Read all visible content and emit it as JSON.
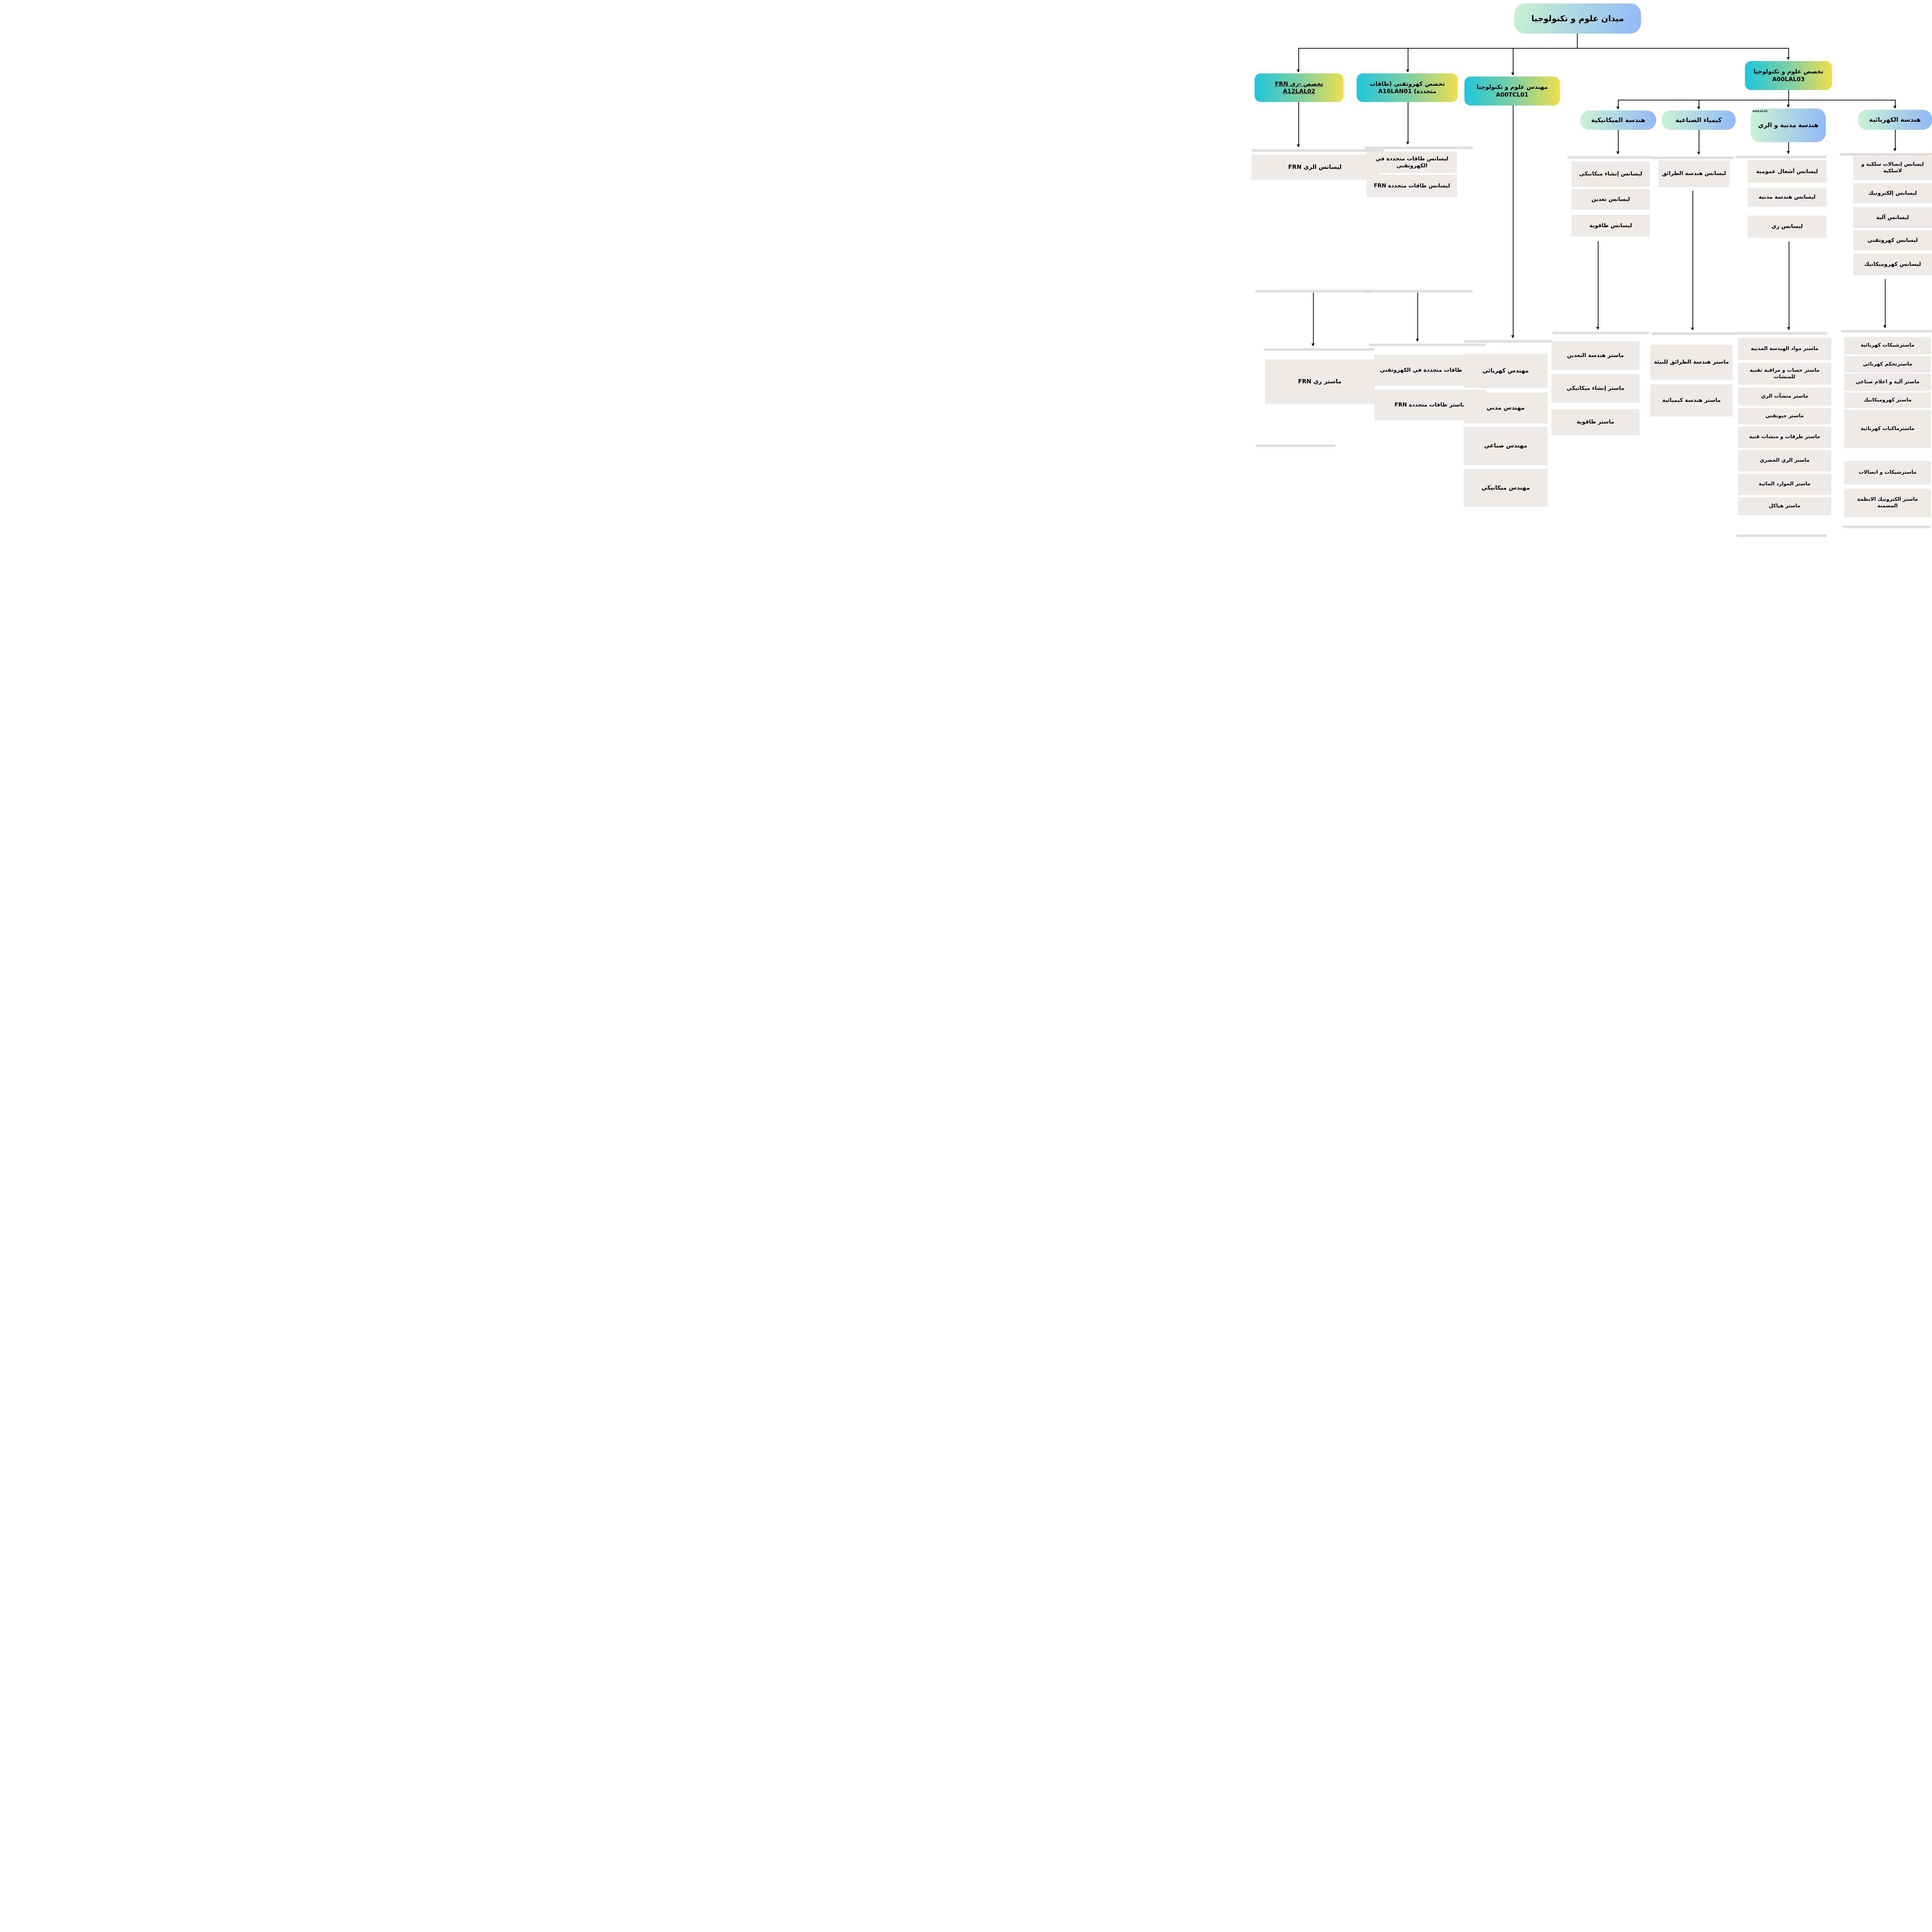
{
  "palette": {
    "level2_gradient": [
      "#1fc6db",
      "#efdf4e"
    ],
    "level3_gradient": [
      "#c9f3d2",
      "#92b9f8"
    ],
    "leaf_box_bg": "#edeae8",
    "connector": "#141414"
  },
  "tree": {
    "root": "ميدان علوم و تكنولوجيا",
    "branches": {
      "frn_ry": {
        "label": "تخصص -ري FRN A12LAL02",
        "licenses": [
          "ليسانس الري FRN"
        ],
        "masters": [
          "ماستر ري FRN"
        ]
      },
      "electro": {
        "label": "تخصص كهروتقني (طاقات متجددة) A16LAN01",
        "licenses": [
          "ليسانس طاقات متجددة في الكهروتقني",
          "ليسانس طاقات متجددة FRN"
        ],
        "masters": [
          "ماستر طاقات متجددة في الكهروتقني",
          "ماستر طاقات متجددة FRN"
        ]
      },
      "engineer": {
        "label": "مهندس علوم و تكنولوجيا A00TCL01",
        "masters": [
          "مهندس كهربائي",
          "مهندس مدني",
          "مهندس صناعي",
          "مهندس ميكانيكي"
        ]
      },
      "sci_tech": {
        "label": "تخصص علوم و تكنولوجيا A00LAL03",
        "children": {
          "mech": {
            "label": "هندسة الميكانيكية",
            "licenses": [
              "ليسانس إنشاء ميكانيكي",
              "ليسانس تعدين",
              "ليسانس طاقوية"
            ],
            "masters": [
              "ماستر هندسة التعدين",
              "ماستر إنشاء ميكانيكي",
              "ماستر طاقوية"
            ]
          },
          "chem": {
            "label": "كيمياء الصناعية",
            "licenses": [
              "ليسانس هندسة الطرائق"
            ],
            "masters": [
              "ماستر هندسة الطرائق للبيئة",
              "ماستر هندسة كيميائية"
            ]
          },
          "civil": {
            "label": "هندسة مدنية و الري",
            "code_tag": "A00LAL03",
            "licenses": [
              "ليسانس أشغال عمومية",
              "ليسانس هندسة مدنية",
              "ليسانس ري"
            ],
            "masters": [
              "ماستر مواد الهندسة المدنية",
              "ماستر حساب و مراقبة تقنية للمنشات",
              "ماستر منشآت الري",
              "ماستر جيوتقني",
              "ماستر طرقات و منشات فنية",
              "ماستر الري الحضري",
              "ماستر الموارد المائية",
              "ماستر هياكل"
            ]
          },
          "elec": {
            "label": "هندسة الكهربائية",
            "licenses": [
              "ليسانس إتصالات سلكية و لاسلكية",
              "ليسانس إلكترونيك",
              "ليسانس آلية",
              "ليسانس كهروتقني",
              "ليسانس كهروميكانيك"
            ],
            "masters": [
              "ماسترشبكات كهربائية",
              "ماسترتحكم كهربائي",
              "ماستر آلية و اعلام صناعي",
              "ماستر كهروميكانيك",
              "ماسترماكنات كهربائية",
              "ماسترشبكات و اتصالات",
              "ماستر الكترونيك الانظمة المضمنة"
            ]
          }
        }
      }
    }
  }
}
